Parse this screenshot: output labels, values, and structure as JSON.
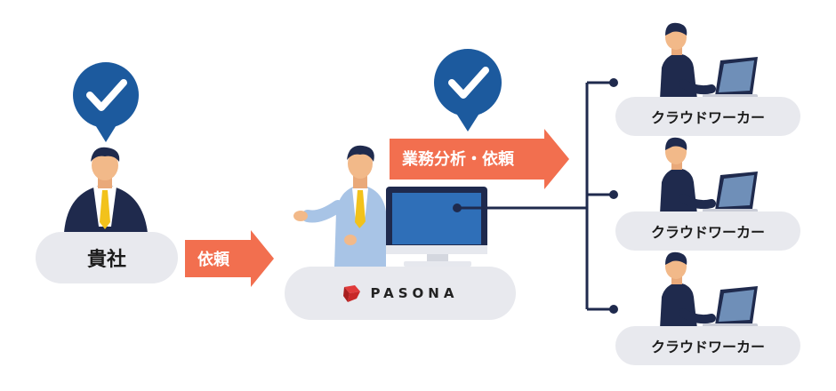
{
  "you_label": "貴社",
  "request_label": "依頼",
  "analysis_label": "業務分析・依頼",
  "pasona_label": "PASONA",
  "workers": [
    {
      "label": "クラウドワーカー"
    },
    {
      "label": "クラウドワーカー"
    },
    {
      "label": "クラウドワーカー"
    }
  ],
  "colors": {
    "check_badge": "#1c5a9e",
    "arrow": "#f26f4f",
    "pill": "#e8e9ee",
    "navy": "#1f2a4d",
    "monitor_screen": "#2f6fb8",
    "tie": "#f2c21b",
    "pasona_red": "#d52b2b"
  },
  "icons": [
    "check-badge-icon",
    "businessman-icon",
    "presenter-icon",
    "monitor-icon",
    "laptop-worker-icon",
    "pasona-logo"
  ]
}
